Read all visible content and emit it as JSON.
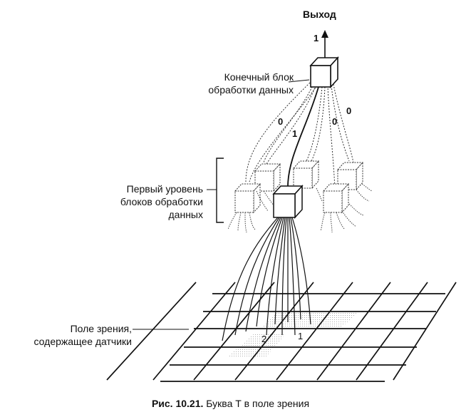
{
  "output": {
    "label": "Выход",
    "value": "1"
  },
  "final_block": {
    "line1": "Конечный блок",
    "line2": "обработки данных"
  },
  "connection_labels": {
    "left_far": "0",
    "left_near": "1",
    "right_near": "0",
    "right_far": "0"
  },
  "first_level": {
    "line1": "Первый уровень",
    "line2": "блоков обработки",
    "line3": "данных"
  },
  "visual_field": {
    "line1": "Поле зрения,",
    "line2": "содержащее датчики"
  },
  "grid_marks": {
    "left": "2",
    "right": "1"
  },
  "caption": {
    "number": "Рис. 10.21.",
    "text": "Буква Т в поле зрения"
  }
}
